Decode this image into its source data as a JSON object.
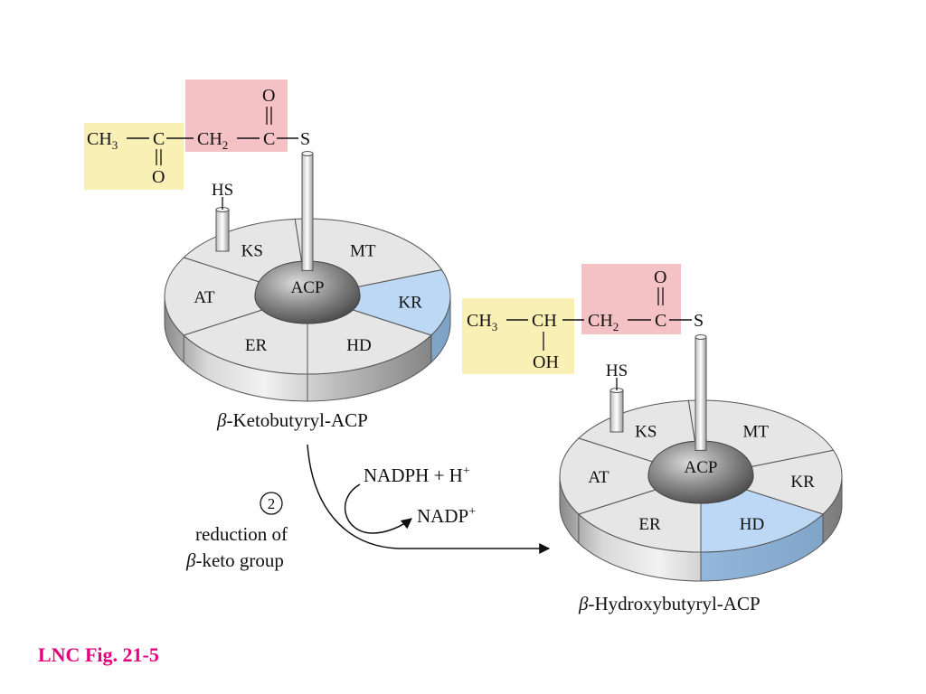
{
  "colors": {
    "acetyl_box": "#f8f0b4",
    "thioester_box": "#f4c1c4",
    "active_segment": "#bcd8f4",
    "segment": "#e6e6e6",
    "figure_label": "#e6007e"
  },
  "top_molecule": {
    "ch3": "CH",
    "ch3_sub": "3",
    "c1": "C",
    "o1": "O",
    "ch2": "CH",
    "ch2_sub": "2",
    "c2": "C",
    "o2": "O",
    "s": "S"
  },
  "bottom_molecule": {
    "ch3": "CH",
    "ch3_sub": "3",
    "ch": "CH",
    "oh": "OH",
    "ch2": "CH",
    "ch2_sub": "2",
    "c": "C",
    "o": "O",
    "s": "S"
  },
  "enzyme_top": {
    "hs": "HS",
    "hub": "ACP",
    "segments": [
      "KS",
      "MT",
      "KR",
      "HD",
      "ER",
      "AT"
    ],
    "active_segment": "KR",
    "caption_prefix": "β",
    "caption": "-Ketobutyryl-ACP"
  },
  "enzyme_bottom": {
    "hs": "HS",
    "hub": "ACP",
    "segments": [
      "KS",
      "MT",
      "KR",
      "HD",
      "ER",
      "AT"
    ],
    "active_segment": "HD",
    "caption_prefix": "β",
    "caption": "-Hydroxybutyryl-ACP"
  },
  "reaction": {
    "step_number": "2",
    "step_line1": "reduction of",
    "step_line2_prefix": "β",
    "step_line2": "-keto group",
    "cofactor_in": "NADPH + H",
    "cofactor_in_sup": "+",
    "cofactor_out": "NADP",
    "cofactor_out_sup": "+"
  },
  "figure_label": "LNC Fig. 21-5"
}
